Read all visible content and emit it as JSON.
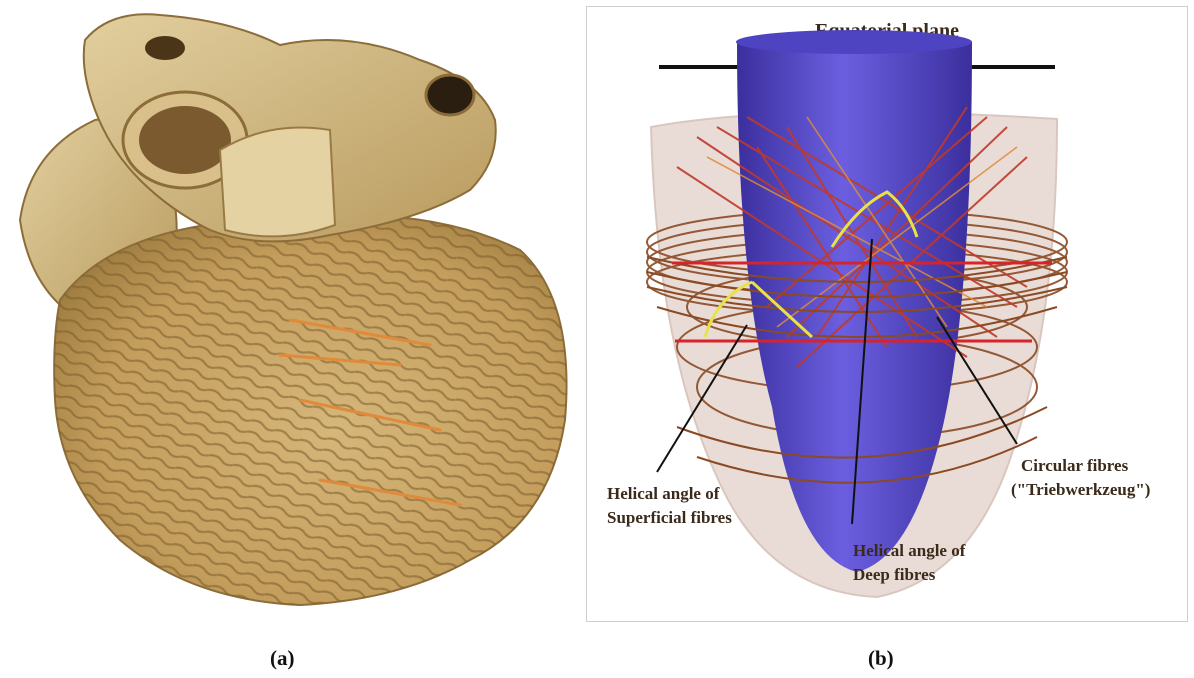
{
  "panel_a": {
    "caption": "(a)"
  },
  "panel_b": {
    "caption": "(b)",
    "title": "Equatorial plane",
    "label_superficial_line1": "Helical angle of",
    "label_superficial_line2": "Superficial fibres",
    "label_deep_line1": "Helical angle of",
    "label_deep_line2": "Deep fibres",
    "label_circular_line1": "Circular fibres",
    "label_circular_line2": "(\"Triebwerkzeug\")"
  },
  "colors": {
    "heart_tissue": "#c9a867",
    "cavity_blue": "#5a4fd0",
    "ventricle_shell": "#e9dcd6",
    "fibre_orange": "#e08a3a",
    "fibre_red": "#c0392b",
    "plane_red": "#d8232a",
    "angle_yellow": "#e6e24a",
    "circular_brown": "#8a4a24"
  }
}
